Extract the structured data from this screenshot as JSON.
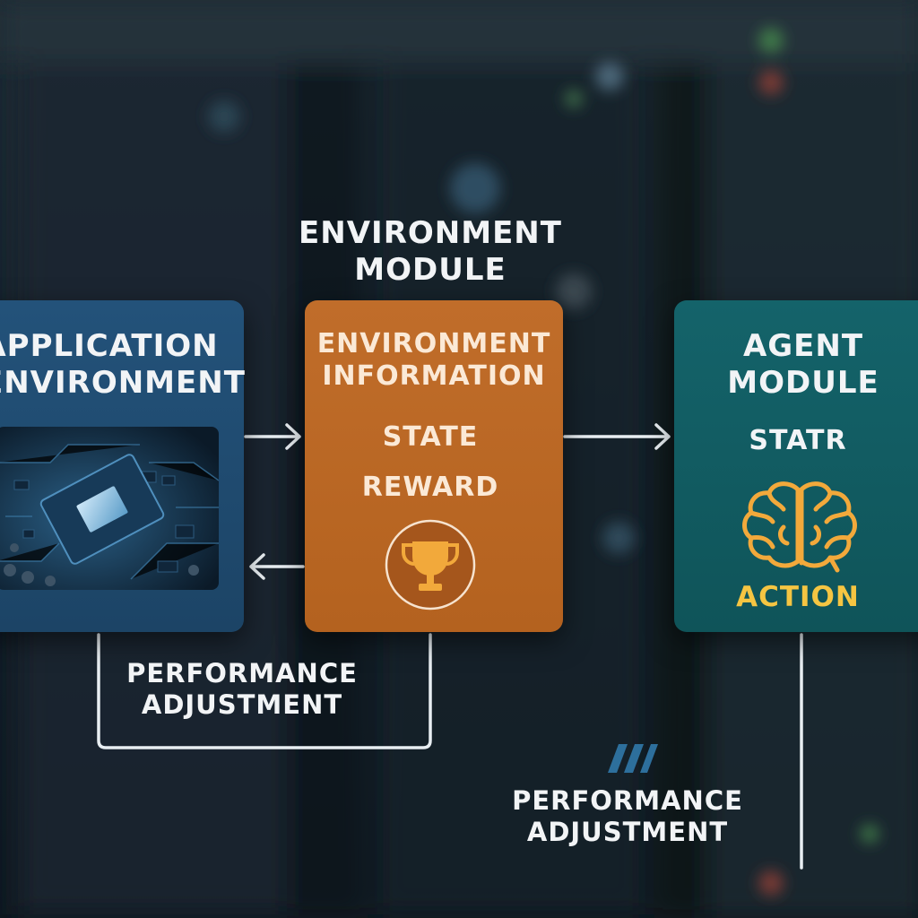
{
  "colors": {
    "application_box": "#1f4b72",
    "environment_box": "#bb6824",
    "agent_box": "#12595f",
    "action_text": "#f5c542",
    "brain_icon": "#f2a93b"
  },
  "environment_module_title": {
    "line1": "ENVIRONMENT",
    "line2": "MODULE"
  },
  "application_environment": {
    "line1": "APPLICATION",
    "line2": "ENVIRONMENT",
    "image_icon": "circuit-board-chip"
  },
  "environment_information": {
    "line1": "ENVIRONMENT",
    "line2": "INFORMATION",
    "state": "STATE",
    "reward": "REWARD",
    "icon": "trophy-icon"
  },
  "agent_module": {
    "line1": "AGENT",
    "line2": "MODULE",
    "state": "STATR",
    "icon": "brain-icon",
    "action": "ACTION"
  },
  "feedback_left": {
    "line1": "PERFORMANCE",
    "line2": "ADJUSTMENT"
  },
  "feedback_bottom": {
    "line1": "PERFORMANCE",
    "line2": "ADJUSTMENT"
  }
}
